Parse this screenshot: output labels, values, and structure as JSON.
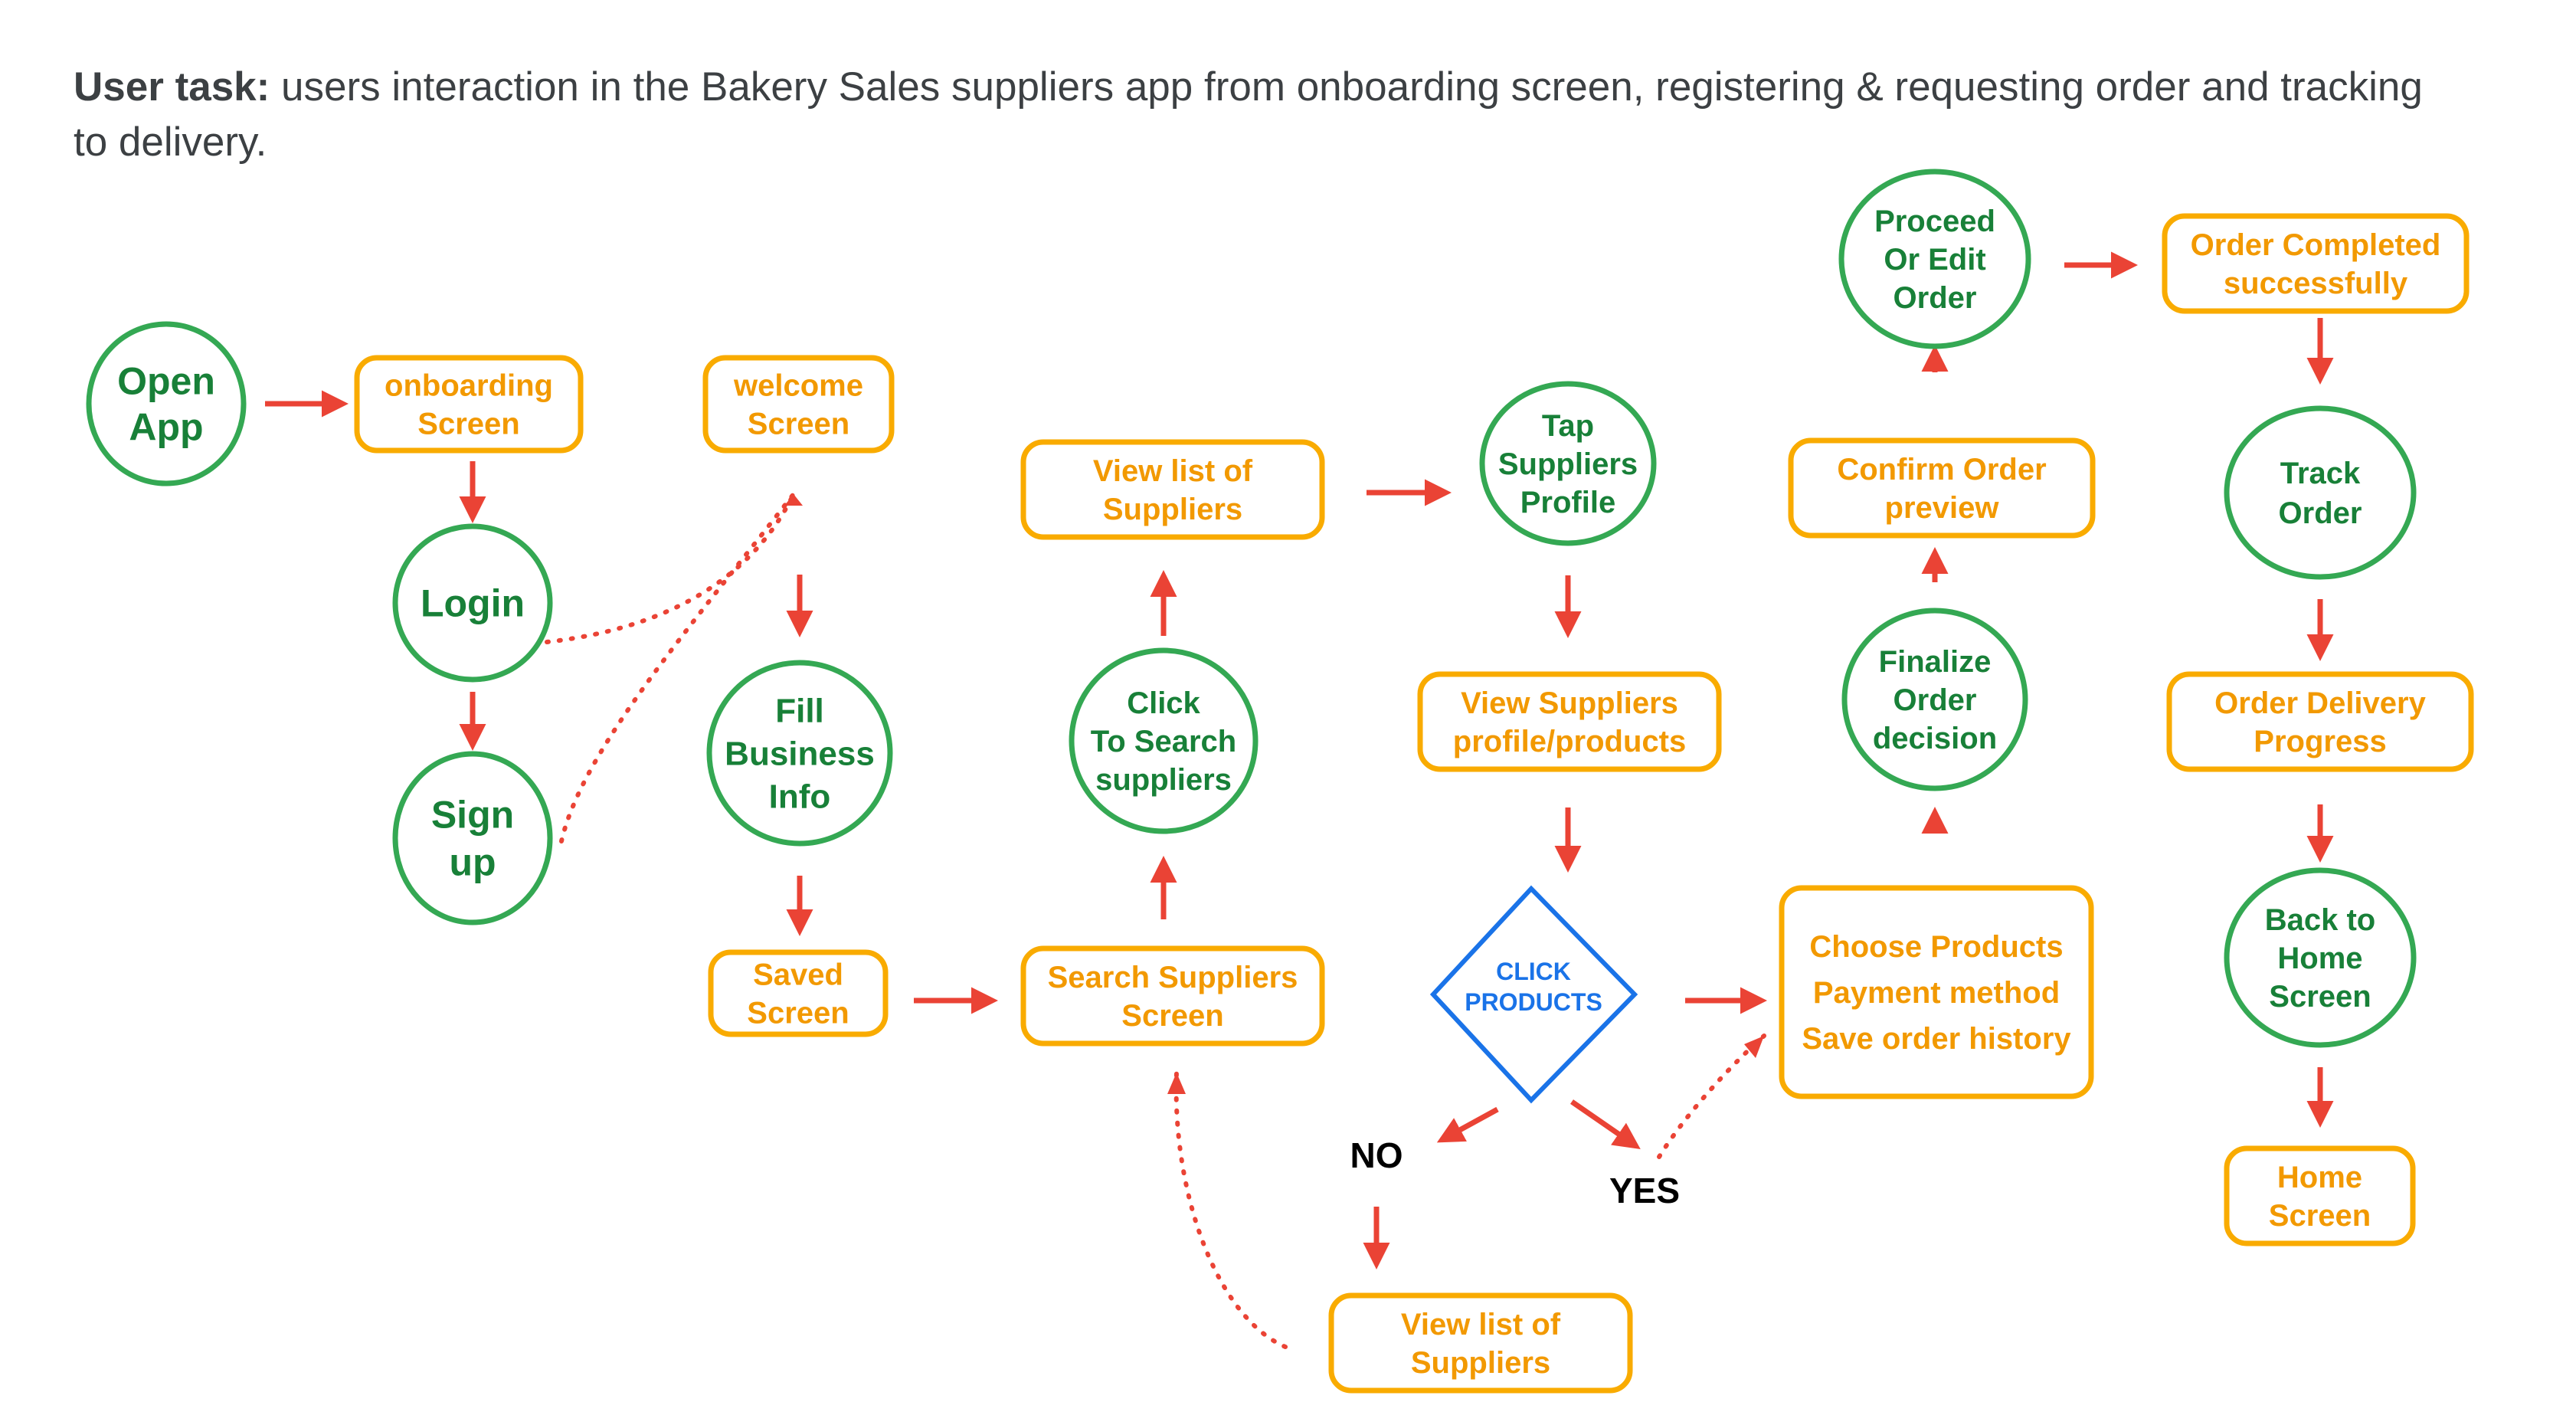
{
  "header": {
    "label": "User task:",
    "text": "users interaction in the Bakery Sales suppliers app from onboarding screen, registering & requesting order and tracking to delivery."
  },
  "colors": {
    "circle_stroke": "#34a853",
    "circle_text": "#188038",
    "rect_stroke": "#f9ab00",
    "rect_text": "#f29900",
    "diamond_stroke": "#1a73e8",
    "arrow": "#ea4335"
  },
  "nodes": {
    "open_app": [
      "Open",
      "App"
    ],
    "onboarding": [
      "onboarding",
      "Screen"
    ],
    "login": [
      "Login"
    ],
    "signup": [
      "Sign",
      "up"
    ],
    "welcome": [
      "welcome",
      "Screen"
    ],
    "fill_info": [
      "Fill",
      "Business",
      "Info"
    ],
    "saved": [
      "Saved",
      "Screen"
    ],
    "search_screen": [
      "Search Suppliers",
      "Screen"
    ],
    "click_search": [
      "Click",
      "To Search",
      "suppliers"
    ],
    "view_list": [
      "View list of",
      "Suppliers"
    ],
    "tap_profile": [
      "Tap",
      "Suppliers",
      "Profile"
    ],
    "view_profile": [
      "View Suppliers",
      "profile/products"
    ],
    "click_products": [
      "CLICK",
      "PRODUCTS"
    ],
    "no": [
      "NO"
    ],
    "yes": [
      "YES"
    ],
    "view_list_bottom": [
      "View list of",
      "Suppliers"
    ],
    "choose": [
      "Choose Products",
      "Payment method",
      "Save order history"
    ],
    "finalize": [
      "Finalize",
      "Order",
      "decision"
    ],
    "confirm": [
      "Confirm Order",
      "preview"
    ],
    "proceed": [
      "Proceed",
      "Or Edit",
      "Order"
    ],
    "completed": [
      "Order Completed",
      "successfully"
    ],
    "track": [
      "Track",
      "Order"
    ],
    "delivery": [
      "Order Delivery",
      "Progress"
    ],
    "back_home": [
      "Back to",
      "Home",
      "Screen"
    ],
    "home": [
      "Home",
      "Screen"
    ]
  }
}
